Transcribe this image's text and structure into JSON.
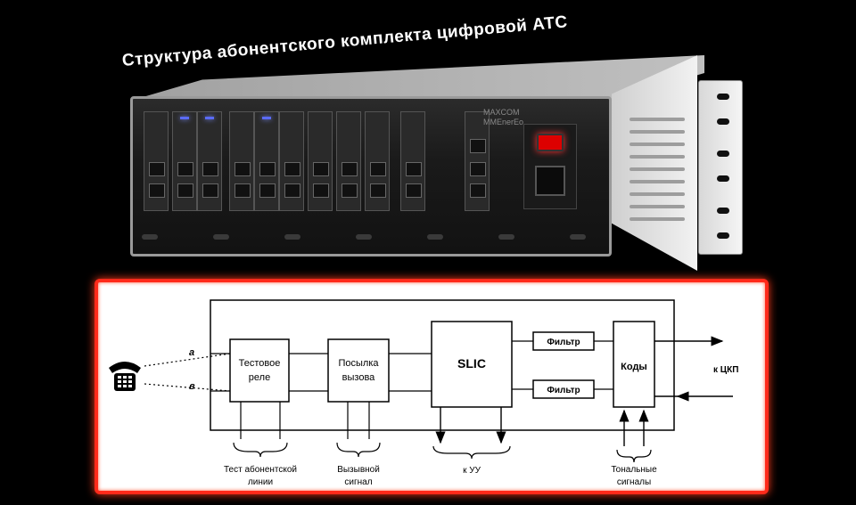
{
  "title": "Структура  абонентского комплекта цифровой АТС",
  "device": {
    "brand_line1": "MAXCOM",
    "brand_line2": "MMEnerEo",
    "accent_led": "#5a6bff",
    "power_switch_color": "#dd0000"
  },
  "diagram": {
    "frame_color": "#ff2a1a",
    "line_labels": {
      "a": "а",
      "b": "в"
    },
    "blocks": {
      "test_relay": [
        "Тестовое",
        "реле"
      ],
      "ringing": [
        "Посылка",
        "вызова"
      ],
      "slic": "SLIC",
      "filter_top": "Фильтр",
      "filter_bottom": "Фильтр",
      "codec": "Коды"
    },
    "labels": {
      "to_ckp": "к ЦКП",
      "test_line": [
        "Тест абонентской",
        "линии"
      ],
      "ring_signal": [
        "Вызывной",
        "сигнал"
      ],
      "to_uu": "к УУ",
      "tone_signals": [
        "Тональные",
        "сигналы"
      ]
    },
    "icons": {
      "phone": "telephone-icon"
    }
  }
}
